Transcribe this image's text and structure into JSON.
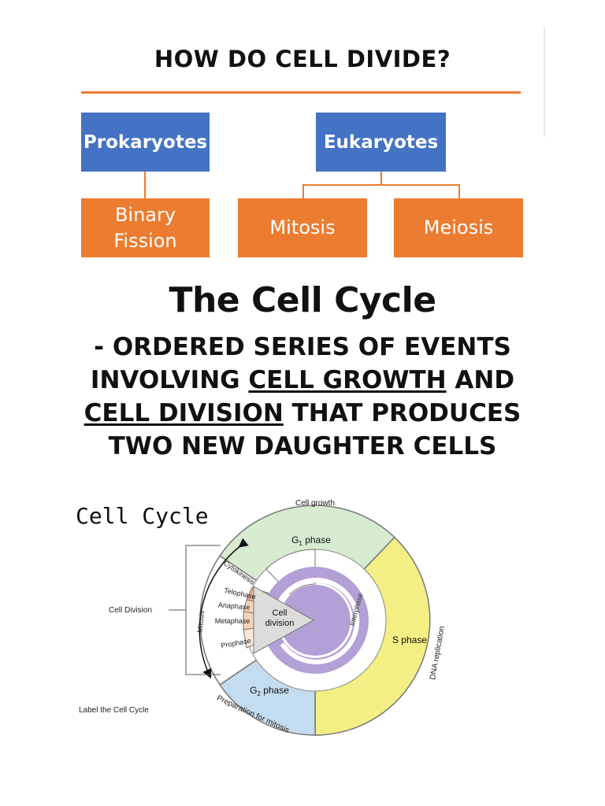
{
  "heading": "HOW DO CELL DIVIDE?",
  "tree": {
    "prokaryotes": "Prokaryotes",
    "eukaryotes": "Eukaryotes",
    "binary_fission_line1": "Binary",
    "binary_fission_line2": "Fission",
    "mitosis": "Mitosis",
    "meiosis": "Meiosis"
  },
  "cell_cycle_title": "The Cell Cycle",
  "definition": {
    "part1": "- ORDERED SERIES OF EVENTS INVOLVING ",
    "term1": "CELL GROWTH",
    "part2": " AND ",
    "term2": "CELL DIVISION",
    "part3": " THAT PRODUCES TWO NEW DAUGHTER CELLS"
  },
  "diagram": {
    "handwritten_title": "Cell Cycle",
    "cell_growth": "Cell growth",
    "g1_phase": "G",
    "g1_sub": "1",
    "g1_rest": " phase",
    "s_phase": "S phase",
    "dna_replication": "DNA replication",
    "g2_phase": "G",
    "g2_sub": "2",
    "g2_rest": " phase",
    "preparation": "Preparation for mitosis",
    "interphase": "Interphase",
    "cell_division_center_line1": "Cell",
    "cell_division_center_line2": "division",
    "cytokinesis": "Cytokinesis",
    "telophase": "Telophase",
    "anaphase": "Anaphase",
    "metaphase": "Metaphase",
    "prophase": "Prophase",
    "mitosis_label": "Mitosis",
    "cell_division_label": "Cell Division",
    "instruction": "Label the Cell Cycle"
  },
  "colors": {
    "blue_box": "#4472c4",
    "orange_box": "#ec7c30",
    "g1": "#d6ebcf",
    "s": "#f3ef84",
    "g2": "#c4dcef",
    "mitosis_fill": "#efb38e",
    "interphase_ring": "#b3a0d6"
  }
}
